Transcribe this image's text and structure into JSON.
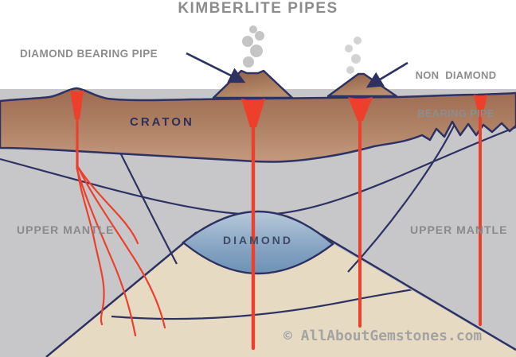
{
  "title": "KIMBERLITE PIPES",
  "annotations": {
    "diamond_pipe_label": "DIAMOND BEARING PIPE",
    "non_diamond_pipe_label_line1": "NON  DIAMOND",
    "non_diamond_pipe_label_line2": "BEARING PIPE"
  },
  "layers": {
    "craton": "CRATON",
    "upper_mantle_left": "UPPER MANTLE",
    "upper_mantle_right": "UPPER MANTLE",
    "diamond_zone": "DIAMOND"
  },
  "watermark": "© AllAboutGemstones.com",
  "colors": {
    "background": "#ffffff",
    "outline_navy": "#2e3263",
    "pipe_red": "#ee3f2d",
    "craton_brown_top": "#9d6a51",
    "craton_brown_bottom": "#c49a7f",
    "mantle_gray": "#c7c7c9",
    "asthenosphere_tan": "#e6dac3",
    "diamond_blue_light": "#b7c9da",
    "diamond_blue_dark": "#6d92b5",
    "smoke_gray": "#bcbcbc",
    "label_gray": "#8d8d8d"
  }
}
